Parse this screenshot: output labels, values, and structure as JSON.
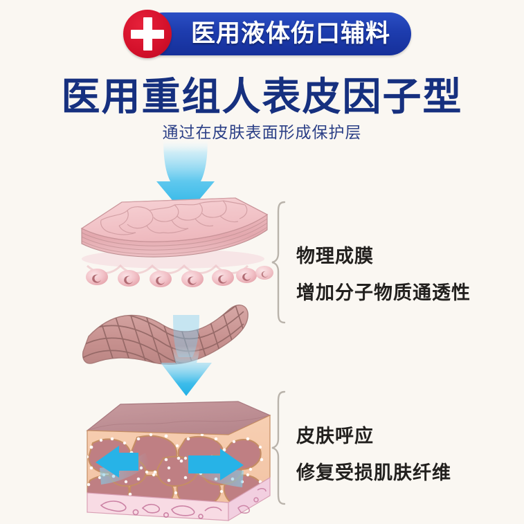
{
  "page": {
    "background_color": "#faf7f2",
    "title_color": "#16307f",
    "accent_blue": "#1d3cae",
    "accent_red": "#d3102a",
    "arrow_cyan": "#29b6e8",
    "skin_pink": "#f2c4c8",
    "mesh_rose": "#c99a9a",
    "tissue_mauve": "#c08080",
    "membrane_peach": "#f5c9a8"
  },
  "header": {
    "badge_label": "医用液体伤口辅料",
    "cross_icon": "medical-cross-icon",
    "circle_color": "#d3102a",
    "pill_color": "#1d3cae"
  },
  "title": {
    "main": "医用重组人表皮因子型",
    "subtitle": "通过在皮肤表面形成保护层"
  },
  "diagram": {
    "arrows": [
      {
        "name": "top-down-arrow",
        "direction": "down",
        "color": "#29b6e8"
      },
      {
        "name": "middle-down-arrow",
        "direction": "down",
        "color": "#29b6e8"
      },
      {
        "name": "tissue-left-arrow",
        "direction": "left",
        "color": "#29b6e8"
      },
      {
        "name": "tissue-right-arrow",
        "direction": "right",
        "color": "#29b6e8"
      }
    ],
    "layers": [
      {
        "name": "epidermis-slab",
        "description": "stratified pink skin slab with cracked surface"
      },
      {
        "name": "cell-row",
        "description": "row of round basal cells",
        "count": 7
      },
      {
        "name": "mesh-sheet",
        "description": "wavy dusty-rose fiber mesh"
      },
      {
        "name": "tissue-block",
        "description": "3D dermal tissue block with lobular cells"
      }
    ]
  },
  "callouts": [
    {
      "id": "upper",
      "bracket": "curly-brace-upper",
      "line1": "物理成膜",
      "line2": "增加分子物质通透性"
    },
    {
      "id": "lower",
      "bracket": "curly-brace-lower",
      "line1": "皮肤呼应",
      "line2": "修复受损肌肤纤维"
    }
  ]
}
